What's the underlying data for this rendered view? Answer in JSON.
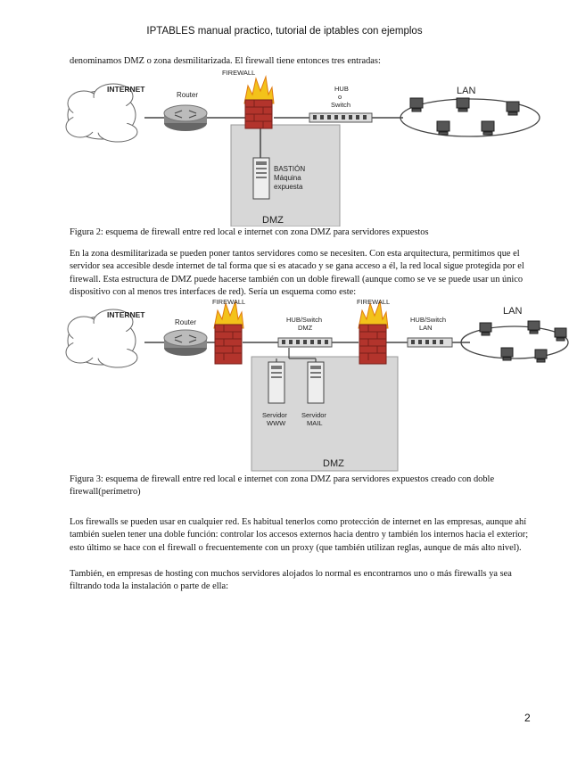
{
  "header": {
    "title": "IPTABLES manual practico, tutorial de iptables con ejemplos"
  },
  "intro_line": "denominamos DMZ o zona desmilitarizada. El firewall tiene entonces tres entradas:",
  "figure2": {
    "labels": {
      "firewall": "FIREWALL",
      "internet": "INTERNET",
      "router": "Router",
      "hub_line1": "HUB",
      "hub_line2": "o",
      "hub_line3": "Switch",
      "lan": "LAN",
      "bastion_line1": "BASTIÓN",
      "bastion_line2": "Máquina",
      "bastion_line3": "expuesta",
      "dmz": "DMZ"
    },
    "caption": "Figura 2: esquema de firewall entre red local e internet con zona DMZ para servidores expuestos"
  },
  "paragraph1": "En la zona desmilitarizada se pueden poner tantos servidores como se necesiten. Con esta arquitectura, permitimos que el servidor sea accesible desde internet de tal forma que si es atacado y se gana acceso a él, la red local sigue protegida por el firewall. Esta estructura de DMZ puede hacerse también con un doble firewall (aunque como se ve se puede usar un único dispositivo con al menos tres interfaces de red). Sería un esquema como este:",
  "figure3": {
    "labels": {
      "firewall_left": "FIREWALL",
      "firewall_right": "FIREWALL",
      "internet": "INTERNET",
      "router": "Router",
      "hub_dmz_line1": "HUB/Switch",
      "hub_dmz_line2": "DMZ",
      "hub_lan_line1": "HUB/Switch",
      "hub_lan_line2": "LAN",
      "lan": "LAN",
      "server_www_line1": "Servidor",
      "server_www_line2": "WWW",
      "server_mail_line1": "Servidor",
      "server_mail_line2": "MAIL",
      "dmz": "DMZ"
    },
    "caption": "Figura 3: esquema de firewall entre red local e internet con zona DMZ para servidores expuestos creado con doble firewall(perímetro)"
  },
  "paragraph2": "Los firewalls se pueden usar en cualquier red. Es habitual tenerlos como protección de internet en las empresas, aunque ahí también suelen tener una doble función: controlar los accesos externos hacia dentro y también los internos hacia el exterior; esto último se hace con el firewall o frecuentemente con un proxy (que también utilizan reglas, aunque de más alto nivel).",
  "paragraph3": "También, en empresas de hosting con muchos servidores alojados lo normal es encontrarnos uno o más firewalls ya sea filtrando toda la instalación o parte de ella:",
  "page_number": "2"
}
